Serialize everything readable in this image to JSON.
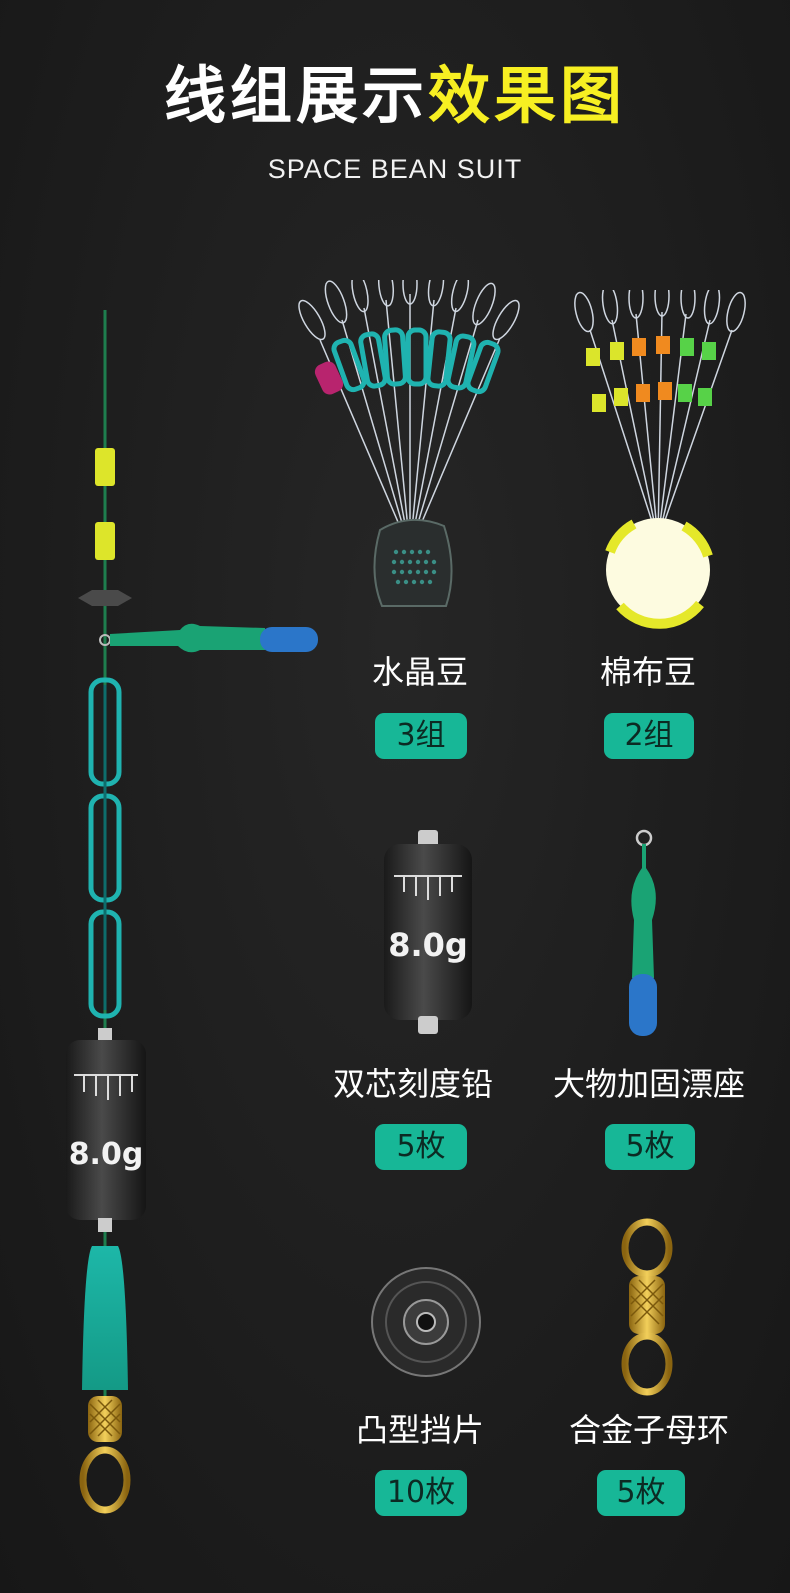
{
  "header": {
    "title_white": "线组展示",
    "title_yellow": "效果图",
    "subtitle": "SPACE BEAN SUIT"
  },
  "rig": {
    "sinker_label": "8.0g"
  },
  "products": [
    {
      "name": "水晶豆",
      "qty": "3组"
    },
    {
      "name": "棉布豆",
      "qty": "2组"
    },
    {
      "name": "双芯刻度铅",
      "qty": "5枚",
      "sinker_label": "8.0g"
    },
    {
      "name": "大物加固漂座",
      "qty": "5枚"
    },
    {
      "name": "凸型挡片",
      "qty": "10枚"
    },
    {
      "name": "合金子母环",
      "qty": "5枚"
    }
  ],
  "colors": {
    "accent_yellow": "#f7ef22",
    "badge_green": "#17b797",
    "crystal_teal": "#1fb3b0",
    "float_seat_green": "#1aa374",
    "float_seat_blue": "#2b76c9",
    "gold": "#d9a620"
  },
  "icons": [
    "crystal-bean-icon",
    "cotton-bean-icon",
    "sinker-icon",
    "float-seat-icon",
    "stopper-disc-icon",
    "swivel-icon",
    "fishing-rig-illustration"
  ]
}
